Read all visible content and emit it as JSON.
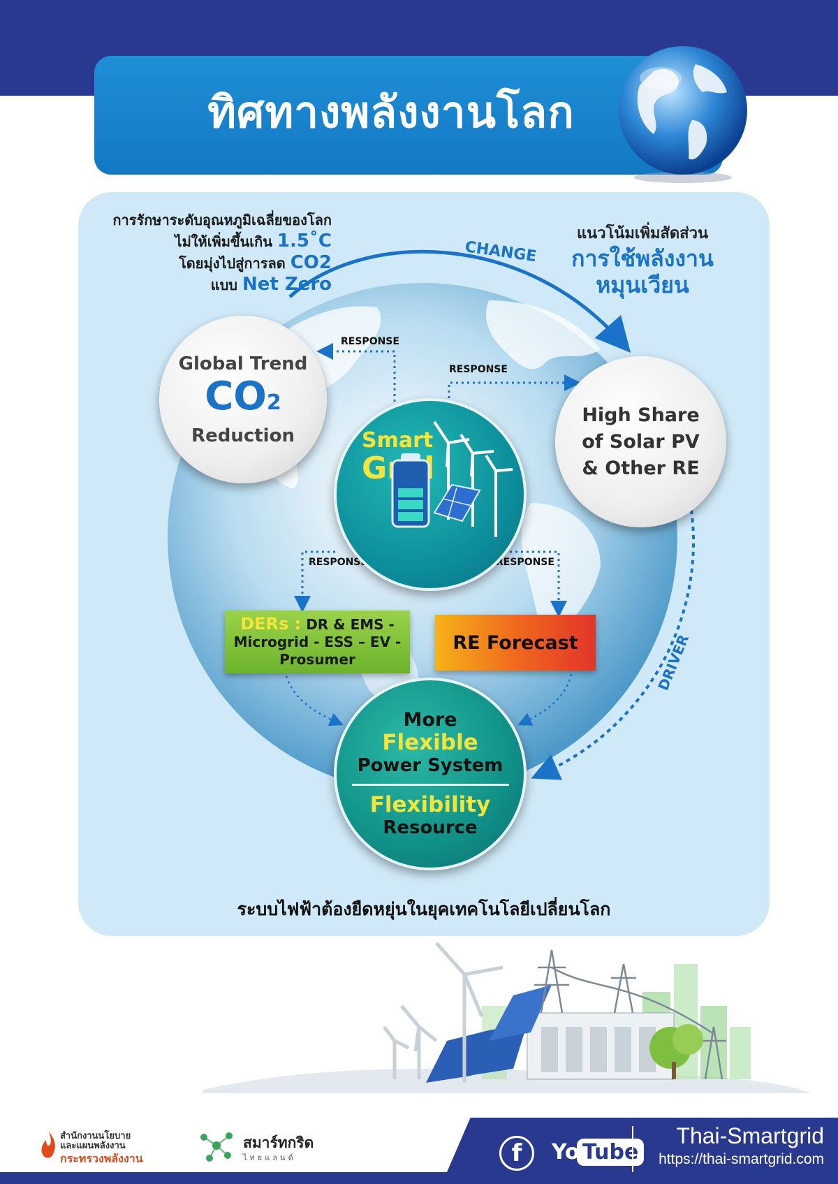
{
  "header": {
    "title": "ทิศทางพลังงานโลก"
  },
  "intro_left": {
    "line1": "การรักษาระดับอุณหภูมิเฉลี่ยของโลก",
    "line2_prefix": "ไม่ให้เพิ่มขึ้นเกิน",
    "line2_value": "1.5˚C",
    "line3_prefix": "โดยมุ่งไปสู่การลด",
    "line3_value": "CO2",
    "line4_prefix": "แบบ",
    "line4_value": "Net Zero"
  },
  "intro_right": {
    "line1": "แนวโน้มเพิ่มสัดส่วน",
    "line2": "การใช้พลังงาน",
    "line3": "หมุนเวียน"
  },
  "arrows": {
    "change": "CHANGE",
    "driver": "DRIVER",
    "response_left": "RESPONSE",
    "response_right": "RESPONSE",
    "response_bottom_left": "RESPONSE",
    "response_bottom_right": "RESPONSE"
  },
  "nodes": {
    "global_trend": {
      "line1": "Global Trend",
      "co2": "CO",
      "co2_sub": "2",
      "line3": "Reduction"
    },
    "high_share": {
      "line1": "High Share",
      "line2": "of Solar PV",
      "line3": "& Other RE"
    },
    "smart_grid": {
      "line1": "Smart",
      "line2": "Grid"
    },
    "ders": {
      "label": "DERs :",
      "line1": "DR & EMS -",
      "line2": "Microgrid - ESS – EV -",
      "line3": "Prosumer"
    },
    "re_forecast": {
      "label": "RE Forecast"
    },
    "flexible": {
      "line1": "More",
      "line2": "Flexible",
      "line3": "Power System",
      "line4": "Flexibility",
      "line5": "Resource"
    }
  },
  "caption": "ระบบไฟฟ้าต้องยืดหยุ่นในยุคเทคโนโลยีเปลี่ยนโลก",
  "footer": {
    "org1_line1": "สำนักงานนโยบาย",
    "org1_line2": "และแผนพลังงาน",
    "org1_line3": "กระทรวงพลังงาน",
    "org2_name": "สมาร์ทกริด",
    "org2_sub": "ไทยแลนด์",
    "facebook_glyph": "f",
    "youtube_a": "You",
    "youtube_b": "Tube",
    "site_name": "Thai-Smartgrid",
    "site_url": "https://thai-smartgrid.com"
  },
  "colors": {
    "navy": "#2a3990",
    "accent_blue": "#1a73c8",
    "title_banner": "#1f8fd6",
    "panel": "#cfe9f8",
    "yellow": "#f5e43a",
    "green_box": "#8cc63f",
    "orange_box": "#f0821e"
  },
  "icons": [
    "globe-icon",
    "wind-turbine-icon",
    "battery-icon",
    "solar-panel-icon",
    "facebook-icon",
    "youtube-icon",
    "power-tower-icon"
  ]
}
